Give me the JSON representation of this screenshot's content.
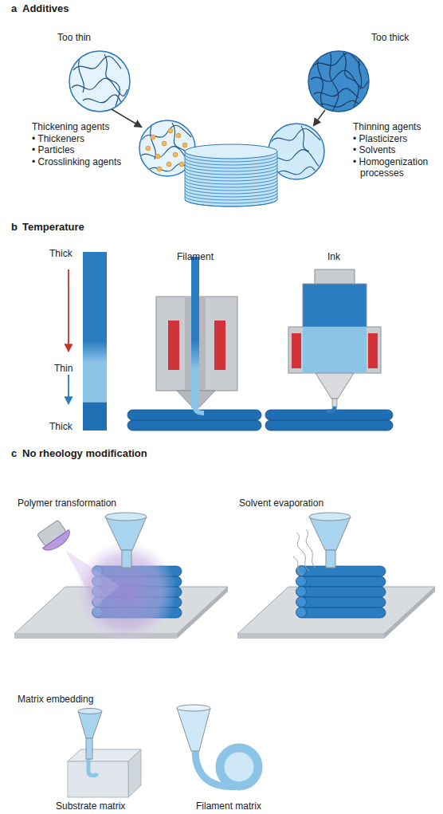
{
  "diagram": {
    "labels": [
      "a",
      "Additives",
      "Too thin",
      "Too thick",
      "Thickening agents",
      "• Thickeners",
      "• Particles",
      "• Crosslinking agents",
      "Thinning agents",
      "• Plasticizers",
      "• Solvents",
      "• Homogenization processes",
      "b",
      "Temperature",
      "Thick",
      "Thin",
      "Thick",
      "Filament",
      "Ink",
      "c",
      "No rheology modification",
      "Polymer transformation",
      "Solvent evaporation",
      "Matrix embedding",
      "Substrate matrix",
      "Filament matrix"
    ]
  }
}
